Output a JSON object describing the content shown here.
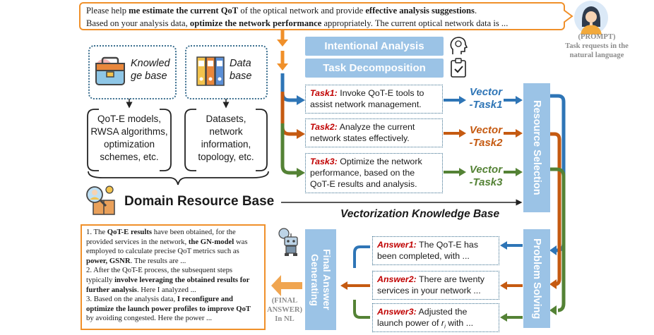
{
  "prompt": {
    "line1_a": "Please help ",
    "line1_b": "me estimate the current QoT",
    "line1_c": " of the optical network and provide ",
    "line1_d": "effective analysis suggestions",
    "line1_e": ".",
    "line2_a": "Based on your analysis data, ",
    "line2_b": "optimize the network performance",
    "line2_c": " appropriately. The current optical network data is ...",
    "caption_1": "(PROMPT)",
    "caption_2": "Task requests in the",
    "caption_3": "natural language"
  },
  "stages": {
    "intentional": "Intentional Analysis",
    "decomposition": "Task Decomposition",
    "resource_selection": "Resource Selection",
    "problem_solving": "Problem Solving",
    "final_answer_1": "Final Answer",
    "final_answer_2": "Generating"
  },
  "knowledge": {
    "kb_1": "Knowled",
    "kb_2": "ge base",
    "db_1": "Data",
    "db_2": "base",
    "kb_list": [
      "QoT-E models,",
      "RWSA algorithms,",
      "optimization",
      "schemes, etc."
    ],
    "db_list": [
      "Datasets,",
      "network",
      "information,",
      "topology, etc."
    ],
    "domain": "Domain Resource Base",
    "vector_kb": "Vectorization Knowledge Base"
  },
  "tasks": [
    {
      "label": "Task1:",
      "text1": " Invoke QoT-E tools to",
      "text2": "assist network management.",
      "vec1": "Vector",
      "vec2": "-Task1",
      "color": "#2e75b6"
    },
    {
      "label": "Task2:",
      "text1": " Analyze the current",
      "text2": "network states effectively.",
      "vec1": "Vector",
      "vec2": "-Task2",
      "color": "#c55a11"
    },
    {
      "label": "Task3:",
      "text1": " Optimize the network",
      "text2": "performance, based on the",
      "text3": "QoT-E results and analysis.",
      "vec1": "Vector",
      "vec2": "-Task3",
      "color": "#548235"
    }
  ],
  "answers": [
    {
      "label": "Answer1:",
      "text1": " The QoT-E has",
      "text2": "been completed, with ..."
    },
    {
      "label": "Answer2:",
      "text1": " There are twenty",
      "text2": "services in your network ..."
    },
    {
      "label": "Answer3:",
      "text1": " Adjusted the",
      "text2a": "launch power of ",
      "text2b": "r",
      "text2c": "i",
      "text2d": " with ..."
    }
  ],
  "final": {
    "p1_a": "1. The ",
    "p1_b": "QoT-E results",
    "p1_c": " have been obtained, for the provided services in the network, ",
    "p1_d": "the GN-model",
    "p1_e": " was employed to calculate precise QoT metrics such as ",
    "p1_f": "power, GSNR",
    "p1_g": ". The results are ...",
    "p2_a": "2. After the QoT-E process, the subsequent steps typically ",
    "p2_b": "involve leveraging the obtained results for further analysis",
    "p2_c": ". Here I analyzed ...",
    "p3_a": "3. Based on the analysis data, ",
    "p3_b": "I reconfigure and optimize the launch power profiles to improve QoT",
    "p3_c": " by avoiding congested. Here the power ...",
    "caption_1": "(FINAL",
    "caption_2": "ANSWER)",
    "caption_3": "In NL"
  },
  "colors": {
    "blue": "#2e75b6",
    "orange": "#c55a11",
    "green": "#548235",
    "prompt_orange": "#f0902a",
    "bar": "#9bc3e6",
    "answer_red": "#c00000"
  }
}
